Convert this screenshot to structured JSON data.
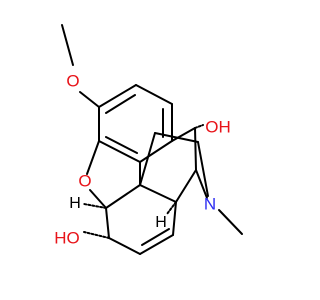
{
  "molecule": {
    "atoms": [
      {
        "id": "O_methoxy",
        "element": "O",
        "label": "O",
        "color": "#e8141a"
      },
      {
        "id": "O_ether",
        "element": "O",
        "label": "O",
        "color": "#e8141a"
      },
      {
        "id": "OH_top",
        "element": "O",
        "label": "OH",
        "color": "#e8141a"
      },
      {
        "id": "OH_bottom",
        "element": "O",
        "label": "HO",
        "color": "#e8141a"
      },
      {
        "id": "N",
        "element": "N",
        "label": "N",
        "color": "#2c2cf2"
      },
      {
        "id": "H_left",
        "element": "H",
        "label": "H",
        "color": "#000000"
      },
      {
        "id": "H_right",
        "element": "H",
        "label": "H",
        "color": "#000000"
      }
    ]
  }
}
